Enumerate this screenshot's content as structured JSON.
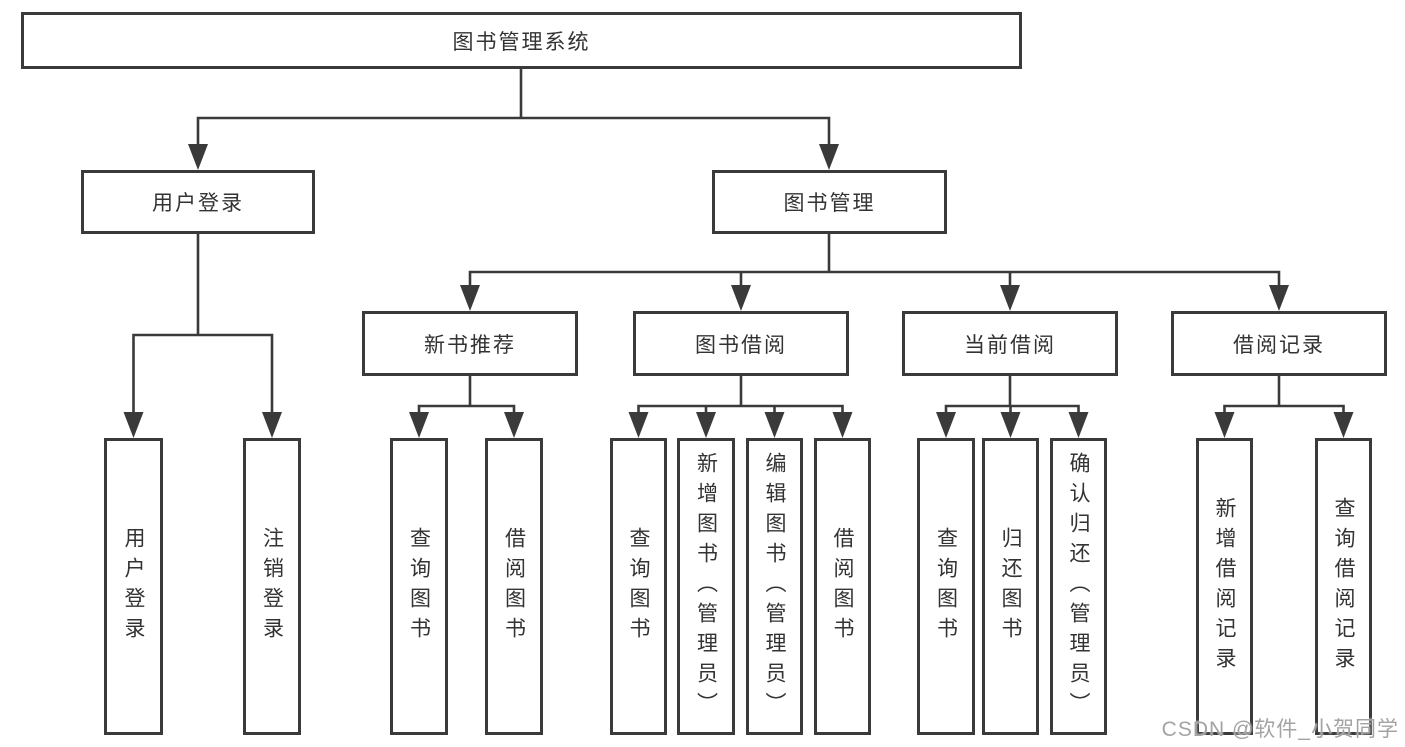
{
  "diagram_type": "hierarchy-tree",
  "tree": {
    "root": "图书管理系统",
    "children": [
      {
        "label": "用户登录",
        "children": [
          {
            "label": "用户登录"
          },
          {
            "label": "注销登录"
          }
        ]
      },
      {
        "label": "图书管理",
        "children": [
          {
            "label": "新书推荐",
            "children": [
              {
                "label": "查询图书"
              },
              {
                "label": "借阅图书"
              }
            ]
          },
          {
            "label": "图书借阅",
            "children": [
              {
                "label": "查询图书"
              },
              {
                "label": "新增图书（管理员）"
              },
              {
                "label": "编辑图书（管理员）"
              },
              {
                "label": "借阅图书"
              }
            ]
          },
          {
            "label": "当前借阅",
            "children": [
              {
                "label": "查询图书"
              },
              {
                "label": "归还图书"
              },
              {
                "label": "确认归还（管理员）"
              }
            ]
          },
          {
            "label": "借阅记录",
            "children": [
              {
                "label": "新增借阅记录"
              },
              {
                "label": "查询借阅记录"
              }
            ]
          }
        ]
      }
    ]
  },
  "watermark": {
    "text": "CSDN @软件_小贺同学"
  },
  "colors": {
    "line": "#3a3a3a",
    "box_border": "#3a3a3a",
    "box_fill": "#ffffff",
    "text": "#333333",
    "watermark_text": "#a3a3a3",
    "background": "#ffffff"
  }
}
